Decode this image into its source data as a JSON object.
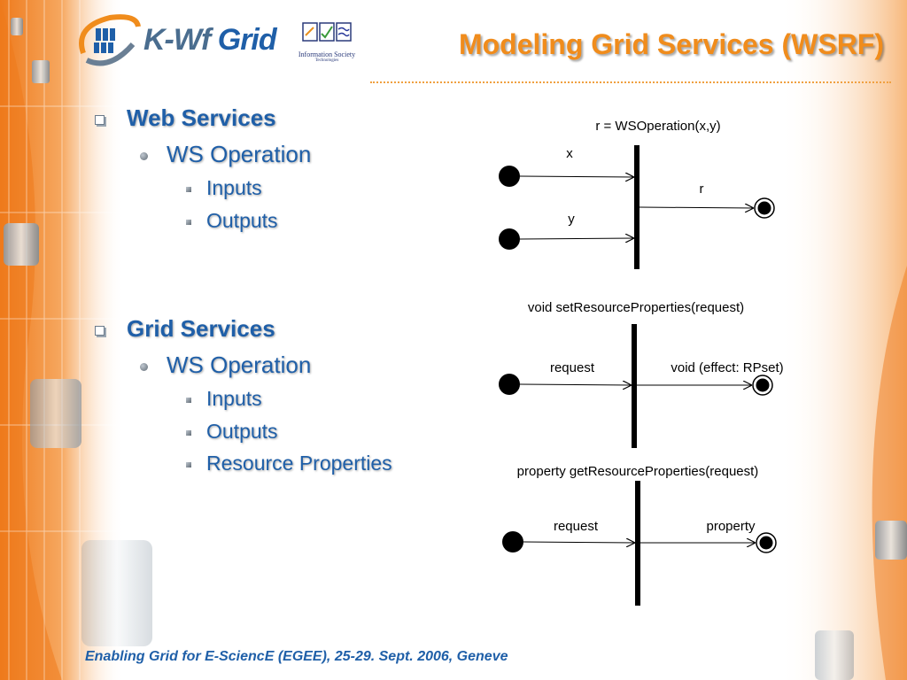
{
  "header": {
    "logo": {
      "icon": "kwf-grid-logo-icon",
      "text_kwf": "K-Wf",
      "text_grid": "Grid"
    },
    "ist_logo": {
      "icon": "ist-logo-icon",
      "line1": "Information Society",
      "line2": "Technologies"
    },
    "title": "Modeling Grid Services (WSRF)"
  },
  "content": {
    "web_services": {
      "label": "Web Services",
      "operation": "WS Operation",
      "items": [
        "Inputs",
        "Outputs"
      ]
    },
    "grid_services": {
      "label": "Grid Services",
      "operation": "WS Operation",
      "items": [
        "Inputs",
        "Outputs",
        "Resource Properties"
      ]
    }
  },
  "diagrams": {
    "op1": {
      "title": "r = WSOperation(x,y)",
      "in1": "x",
      "in2": "y",
      "out": "r"
    },
    "op2": {
      "title": "void setResourceProperties(request)",
      "in": "request",
      "out": "void (effect: RPset)"
    },
    "op3": {
      "title": "property getResourceProperties(request)",
      "in": "request",
      "out": "property"
    }
  },
  "footer": "Enabling Grid for E-SciencE (EGEE), 25-29. Sept. 2006, Geneve",
  "colors": {
    "accent_orange": "#f08c1c",
    "text_blue": "#1f5fa8"
  }
}
